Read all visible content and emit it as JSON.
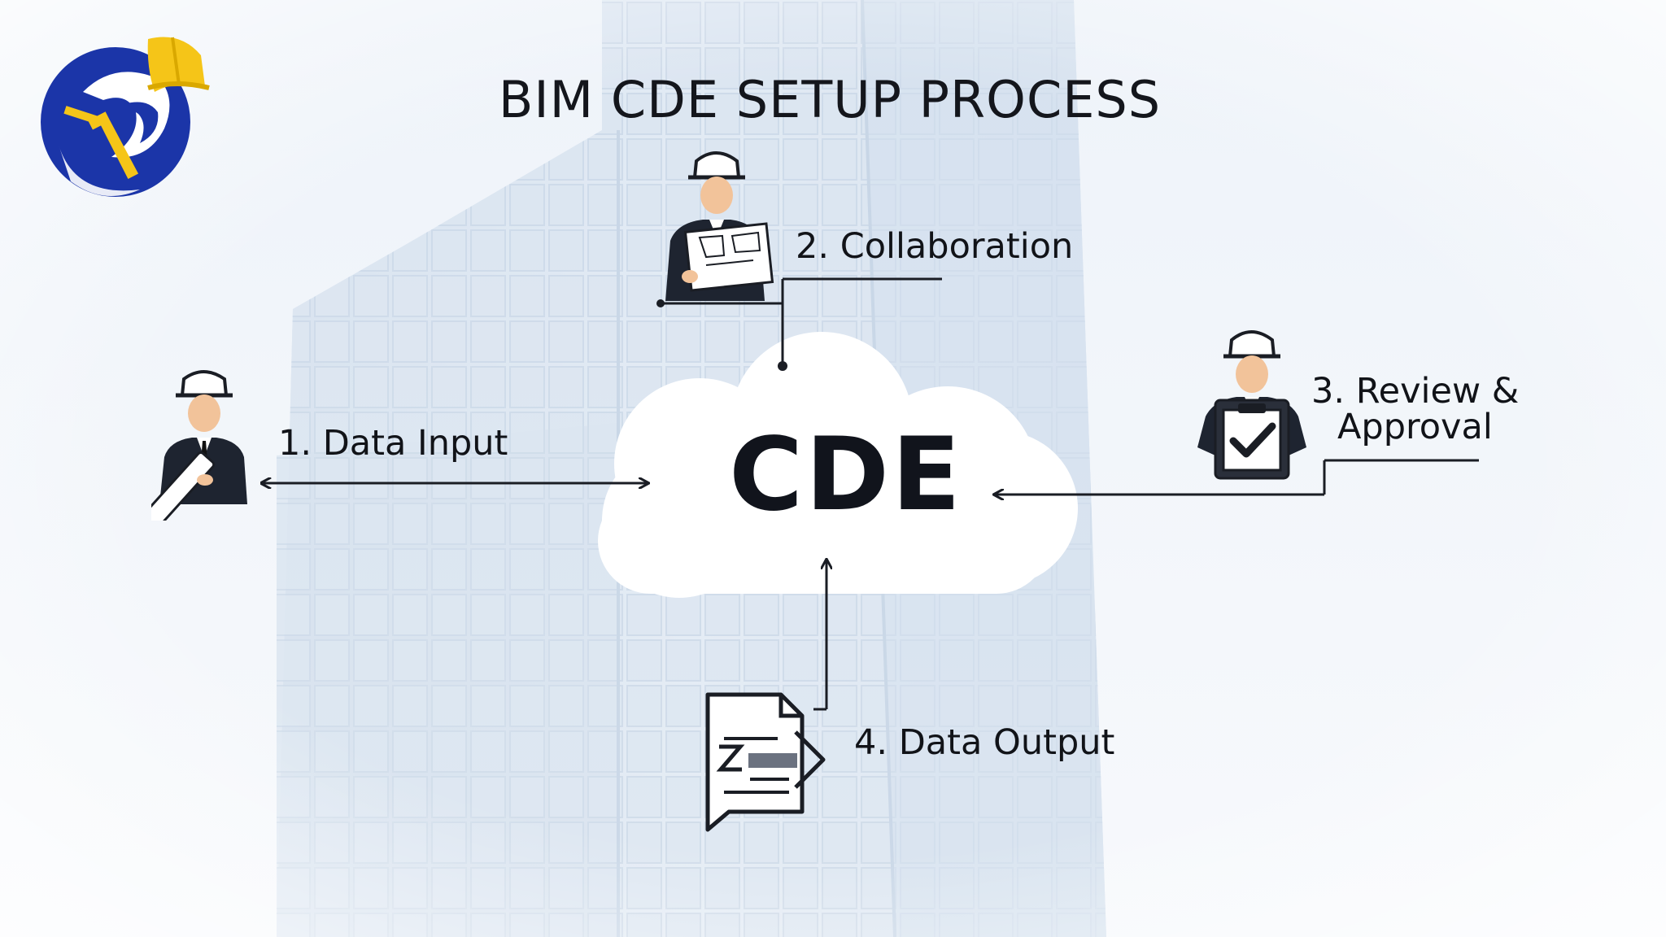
{
  "title": "BIM CDE SETUP PROCESS",
  "center": {
    "label": "CDE"
  },
  "steps": [
    {
      "label": "1. Data Input"
    },
    {
      "label": "2. Collaboration"
    },
    {
      "label": "3. Review &",
      "label_line2": "Approval"
    },
    {
      "label": "4. Data Output"
    }
  ],
  "icons": {
    "logo": "mascot-wrench-hardhat-logo",
    "step1": "engineer-with-blueprint-roll-icon",
    "step2": "engineer-with-floor-plan-icon",
    "step3": "engineer-with-checklist-clipboard-icon",
    "step4": "document-output-icon"
  },
  "colors": {
    "logo_blue": "#1b35a8",
    "logo_yellow": "#f5c518",
    "ink": "#14161c",
    "sky": "#eaf1f8"
  }
}
